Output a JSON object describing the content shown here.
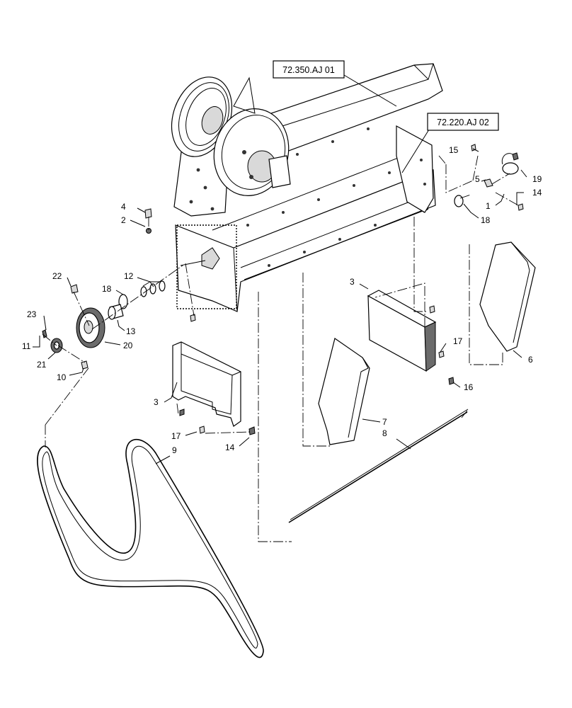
{
  "references": [
    {
      "id": "ref-72-350",
      "text": "72.350.AJ 01"
    },
    {
      "id": "ref-72-220",
      "text": "72.220.AJ 02"
    }
  ],
  "callouts": {
    "c1": "1",
    "c2": "2",
    "c3a": "3",
    "c3b": "3",
    "c4": "4",
    "c5": "5",
    "c6": "6",
    "c7": "7",
    "c8": "8",
    "c9": "9",
    "c10": "10",
    "c11": "11",
    "c12": "12",
    "c13": "13",
    "c14a": "14",
    "c14b": "14",
    "c15": "15",
    "c16": "16",
    "c17a": "17",
    "c17b": "17",
    "c18a": "18",
    "c18b": "18",
    "c19": "19",
    "c20": "20",
    "c21": "21",
    "c22": "22",
    "c23": "23"
  }
}
